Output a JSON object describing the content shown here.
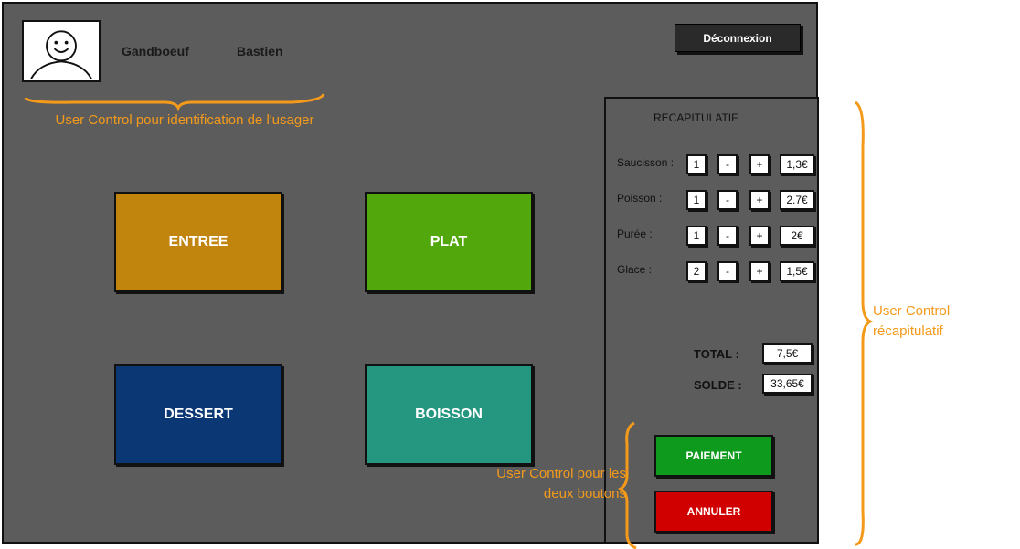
{
  "user": {
    "last_name": "Gandboeuf",
    "first_name": "Bastien",
    "avatar_icon": "smiley-face-icon"
  },
  "header": {
    "logout_label": "Déconnexion"
  },
  "categories": [
    {
      "label": "ENTREE",
      "color": "#c1850e"
    },
    {
      "label": "PLAT",
      "color": "#52a70d"
    },
    {
      "label": "DESSERT",
      "color": "#0b3875"
    },
    {
      "label": "BOISSON",
      "color": "#259680"
    }
  ],
  "recap": {
    "title": "RECAPITULATIF",
    "items": [
      {
        "label": "Saucisson :",
        "qty": "1",
        "minus": "-",
        "plus": "+",
        "price": "1,3€"
      },
      {
        "label": "Poisson :",
        "qty": "1",
        "minus": "-",
        "plus": "+",
        "price": "2.7€"
      },
      {
        "label": "Purée :",
        "qty": "1",
        "minus": "-",
        "plus": "+",
        "price": "2€"
      },
      {
        "label": "Glace :",
        "qty": "2",
        "minus": "-",
        "plus": "+",
        "price": "1,5€"
      }
    ],
    "total_label": "TOTAL :",
    "total_value": "7,5€",
    "balance_label": "SOLDE :",
    "balance_value": "33,65€",
    "pay_label": "PAIEMENT",
    "pay_color": "#0e9a1c",
    "cancel_label": "ANNULER",
    "cancel_color": "#d10000"
  },
  "annotations": {
    "identification": "User Control pour identification de l'usager",
    "recap": "User Control récapitulatif",
    "buttons": "User Control pour les deux boutons",
    "color": "#f49a1b"
  }
}
